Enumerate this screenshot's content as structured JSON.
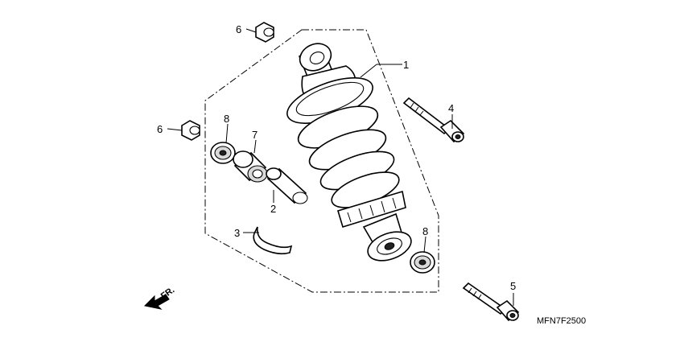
{
  "callouts": {
    "p1": "1",
    "p2": "2",
    "p3": "3",
    "p4": "4",
    "p5": "5",
    "p6a": "6",
    "p6b": "6",
    "p7": "7",
    "p8a": "8",
    "p8b": "8"
  },
  "front_marker": "FR.",
  "diagram_code": "MFN7F2500"
}
